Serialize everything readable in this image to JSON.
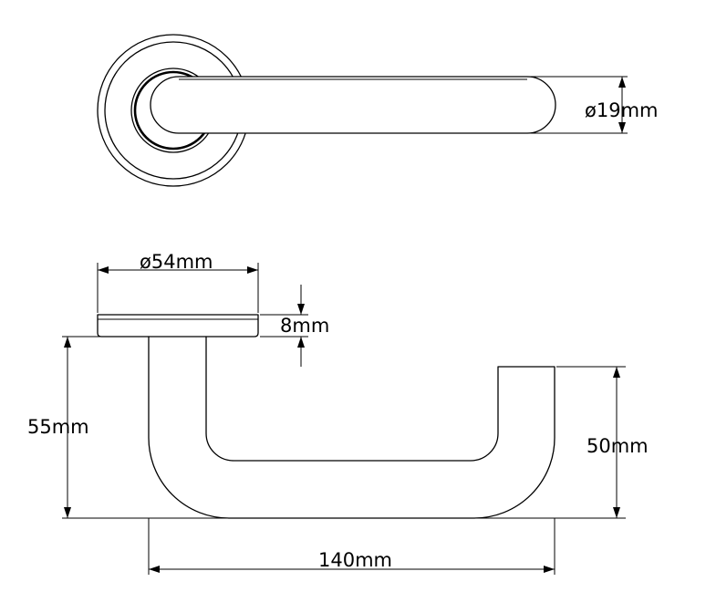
{
  "dimensions": {
    "handle_diameter": "ø19mm",
    "rose_diameter": "ø54mm",
    "rose_thickness": "8mm",
    "total_height": "55mm",
    "lever_height": "50mm",
    "projection_length": "140mm"
  },
  "colors": {
    "line": "#000000",
    "background": "#ffffff"
  }
}
